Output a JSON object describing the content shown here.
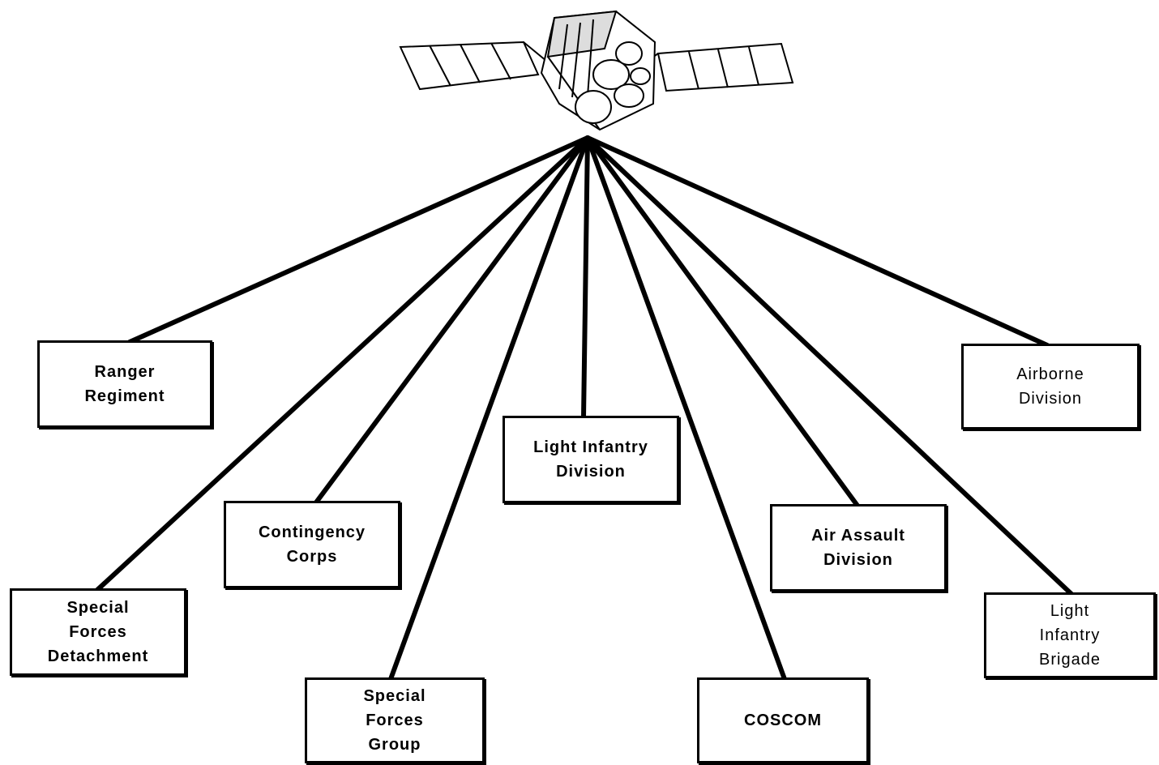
{
  "diagram": {
    "satellite_icon": "satellite-icon",
    "nodes": [
      {
        "id": "ranger-regiment",
        "lines": [
          "Ranger",
          "Regiment"
        ]
      },
      {
        "id": "airborne-division",
        "lines": [
          "Airborne",
          "Division"
        ]
      },
      {
        "id": "light-infantry-division",
        "lines": [
          "Light Infantry",
          "Division"
        ]
      },
      {
        "id": "contingency-corps",
        "lines": [
          "Contingency",
          "Corps"
        ]
      },
      {
        "id": "air-assault-division",
        "lines": [
          "Air Assault",
          "Division"
        ]
      },
      {
        "id": "special-forces-detachment",
        "lines": [
          "Special",
          "Forces",
          "Detachment"
        ]
      },
      {
        "id": "light-infantry-brigade",
        "lines": [
          "Light",
          "Infantry",
          "Brigade"
        ]
      },
      {
        "id": "special-forces-group",
        "lines": [
          "Special",
          "Forces",
          "Group"
        ]
      },
      {
        "id": "coscom",
        "lines": [
          "COSCOM"
        ]
      }
    ]
  }
}
